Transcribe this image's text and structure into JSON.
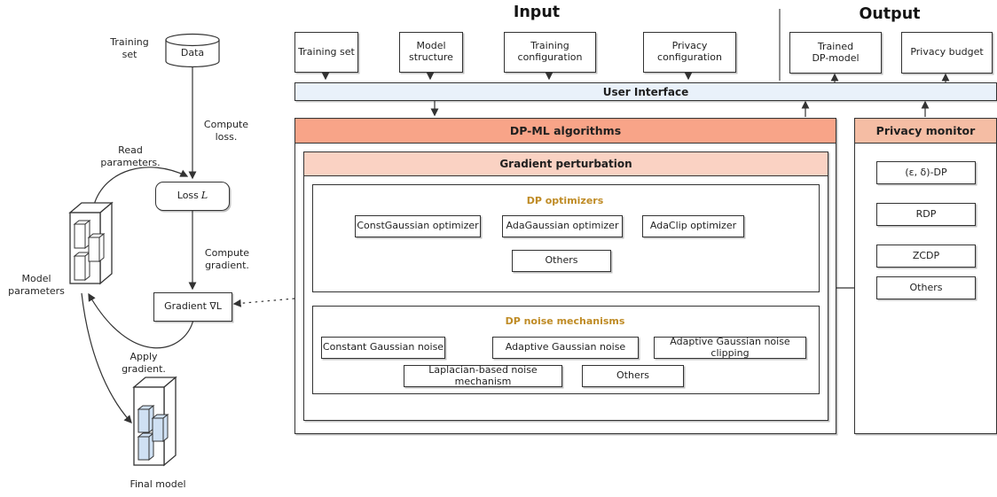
{
  "left_flow": {
    "training_set": "Training set",
    "data": "Data",
    "compute_loss": "Compute loss.",
    "read_parameters": "Read parameters.",
    "loss_prefix": "Loss",
    "loss_symbol": "L",
    "compute_gradient": "Compute gradient.",
    "gradient": "Gradient ∇L",
    "model_parameters": "Model parameters",
    "apply_gradient": "Apply gradient.",
    "final_model": "Final model"
  },
  "io": {
    "input_title": "Input",
    "output_title": "Output",
    "user_interface": "User Interface",
    "input_boxes": [
      "Training set",
      "Model structure",
      "Training configuration",
      "Privacy configuration"
    ],
    "output_boxes": [
      "Trained DP-model",
      "Privacy budget"
    ]
  },
  "dpml": {
    "title": "DP-ML algorithms",
    "gradient_perturbation": "Gradient perturbation",
    "dp_optimizers": {
      "title": "DP optimizers",
      "items": [
        "ConstGaussian optimizer",
        "AdaGaussian optimizer",
        "AdaClip optimizer",
        "Others"
      ]
    },
    "dp_noise": {
      "title": "DP noise mechanisms",
      "items": [
        "Constant Gaussian noise",
        "Adaptive Gaussian noise",
        "Adaptive Gaussian noise clipping",
        "Laplacian-based noise mechanism",
        "Others"
      ]
    }
  },
  "privacy_monitor": {
    "title": "Privacy monitor",
    "items": [
      "(ε, δ)-DP",
      "RDP",
      "ZCDP",
      "Others"
    ]
  },
  "colors": {
    "dpml_header": "#f8a488",
    "privacy_header": "#f5bda4",
    "perturbation_header": "#fad2c3",
    "ui_bar": "#e9f1fa",
    "gold": "#bf8b25",
    "line": "#333333",
    "model_fill_blue": "#cfe0f3"
  }
}
